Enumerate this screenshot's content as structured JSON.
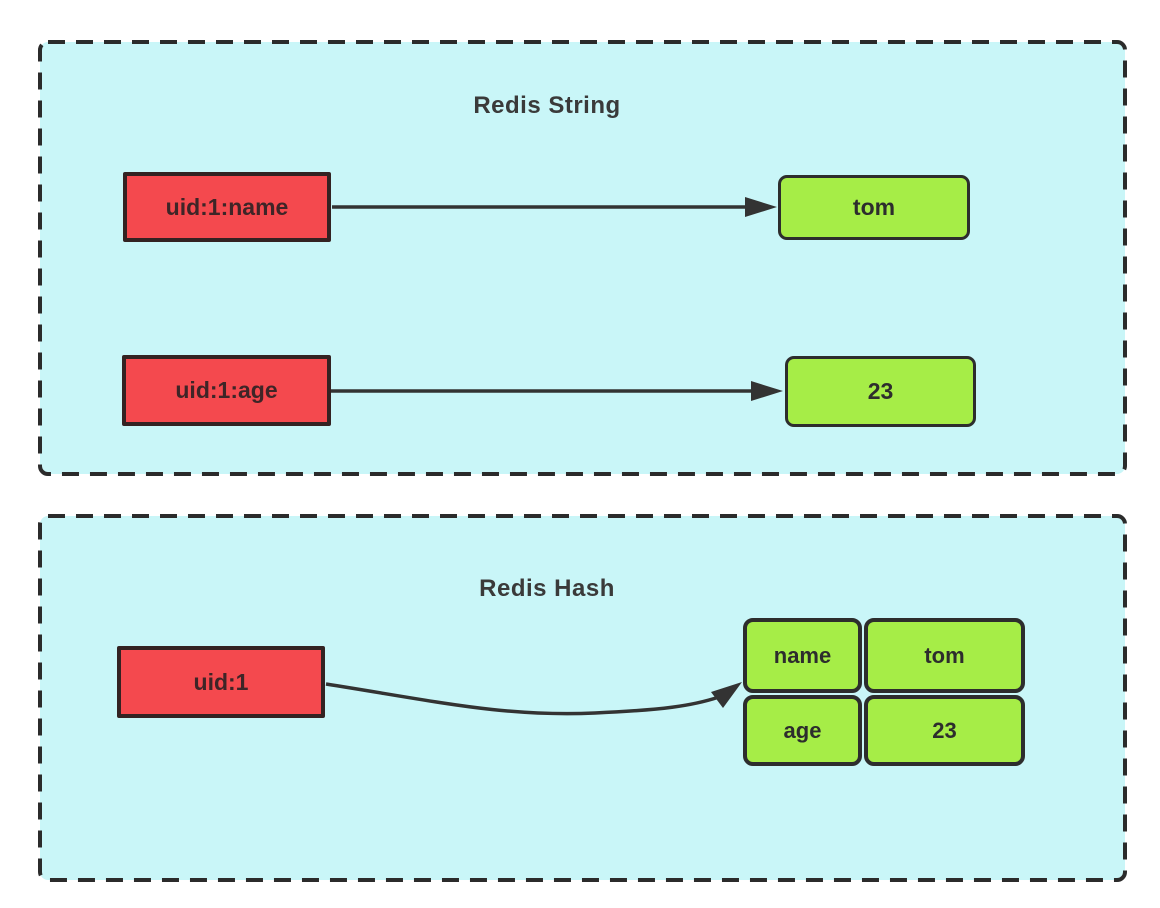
{
  "diagram": {
    "panels": [
      {
        "title": "Redis String",
        "pairs": [
          {
            "key": "uid:1:name",
            "value": "tom"
          },
          {
            "key": "uid:1:age",
            "value": "23"
          }
        ]
      },
      {
        "title": "Redis Hash",
        "key": "uid:1",
        "fields": [
          {
            "name": "name",
            "value": "tom"
          },
          {
            "name": "age",
            "value": "23"
          }
        ]
      }
    ],
    "colors": {
      "page_background": "#FFFFFF",
      "panel_background": "#C9F6F8",
      "panel_border": "#2B2B2B",
      "key_fill": "#F4494E",
      "key_border": "#332222",
      "key_text": "#3E2527",
      "value_fill": "#A6ED47",
      "value_border": "#2D2D2D",
      "value_text": "#2D2D2D",
      "arrow": "#333333",
      "title_text": "#3A3A3A"
    }
  }
}
